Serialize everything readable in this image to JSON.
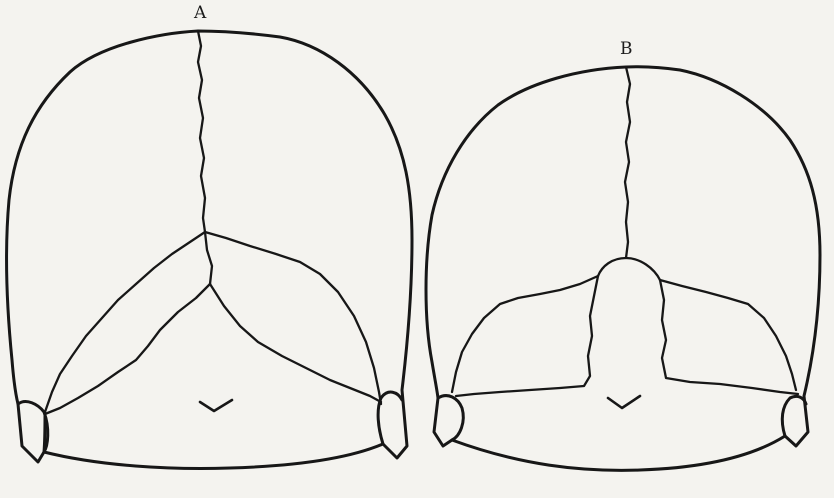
{
  "figures": [
    {
      "id": "skull-a",
      "label": "A"
    },
    {
      "id": "skull-b",
      "label": "B"
    }
  ],
  "colors": {
    "background": "#f4f3ef",
    "ink": "#171717"
  }
}
